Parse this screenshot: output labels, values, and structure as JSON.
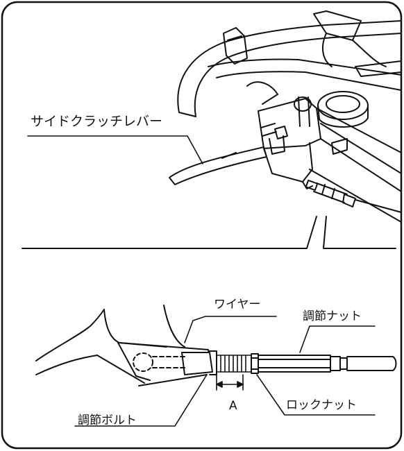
{
  "labels": {
    "side_clutch_lever": "サイドクラッチレバー",
    "wire": "ワイヤー",
    "adjust_nut": "調節ナット",
    "dimension_a": "A",
    "lock_nut": "ロックナット",
    "adjust_bolt": "調節ボルト"
  },
  "colors": {
    "line": "#111111",
    "background": "#ffffff"
  }
}
